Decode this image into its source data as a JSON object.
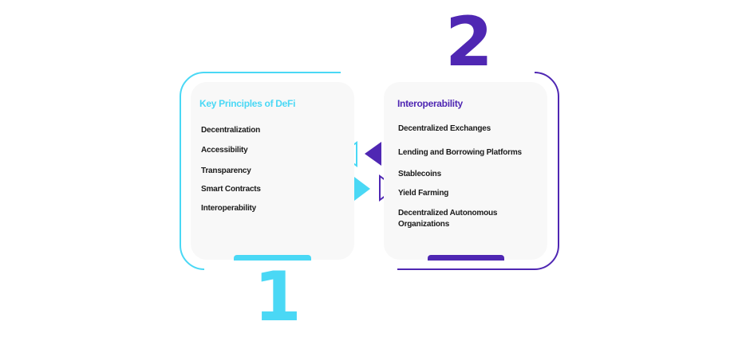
{
  "colors": {
    "cyan": "#4ad8f5",
    "purple": "#4f27b3",
    "card": "#f8f8f8"
  },
  "step1": {
    "number": "1",
    "title": "Key Principles of DeFi",
    "items": [
      "Decentralization",
      "Accessibility",
      "Transparency",
      "Smart Contracts",
      "Interoperability"
    ]
  },
  "step2": {
    "number": "2",
    "title": "Interoperability",
    "items": [
      "Decentralized Exchanges",
      "Lending and Borrowing Platforms",
      "Stablecoins",
      "Yield Farming",
      "Decentralized Autonomous Organizations"
    ]
  },
  "icons": [
    "triangle-left-outline-icon",
    "triangle-left-filled-icon",
    "triangle-right-filled-icon",
    "triangle-right-outline-icon"
  ]
}
